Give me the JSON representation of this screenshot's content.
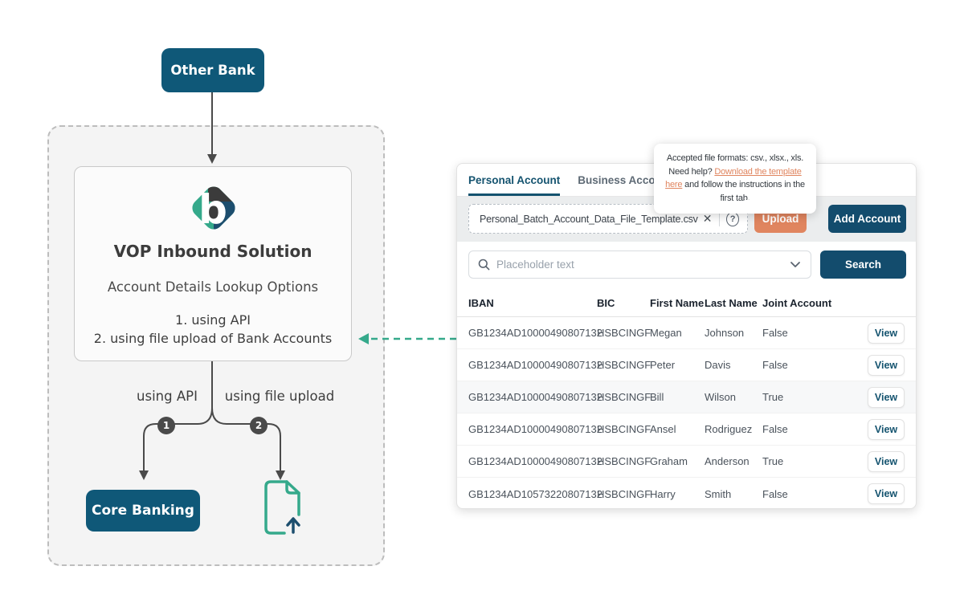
{
  "diagram": {
    "other_bank": "Other Bank",
    "logo_letter": "b",
    "card": {
      "title": "VOP Inbound Solution",
      "subtitle": "Account Details Lookup Options",
      "option1": "1. using API",
      "option2": "2. using file upload of Bank Accounts"
    },
    "branch_api": "using API",
    "branch_file": "using file upload",
    "badge_1": "1",
    "badge_2": "2",
    "core_banking": "Core Banking"
  },
  "panel": {
    "tabs": {
      "personal": "Personal Account",
      "business": "Business Account"
    },
    "tooltip": {
      "line1": "Accepted file formats: csv., xlsx., xls.",
      "prefix": "Need help? ",
      "link": "Download the template here",
      "suffix": " and follow the instructions in the first tab."
    },
    "upload_row": {
      "filename": "Personal_Batch_Account_Data_File_Template.csv",
      "clear_icon": "✕",
      "help_icon": "?",
      "upload": "Upload",
      "add_account": "Add Account"
    },
    "search_row": {
      "placeholder": "Placeholder text",
      "button": "Search"
    },
    "table": {
      "headers": [
        "IBAN",
        "BIC",
        "First Name",
        "Last Name",
        "Joint Account"
      ],
      "rows": [
        {
          "iban": "GB1234AD10000490807132",
          "bic": "HSBCINGF",
          "first": "Megan",
          "last": "Johnson",
          "joint": "False",
          "action": "View"
        },
        {
          "iban": "GB1234AD10000490807132",
          "bic": "HSBCINGF",
          "first": "Peter",
          "last": "Davis",
          "joint": "False",
          "action": "View"
        },
        {
          "iban": "GB1234AD10000490807132",
          "bic": "HSBCINGF",
          "first": "Bill",
          "last": "Wilson",
          "joint": "True",
          "action": "View"
        },
        {
          "iban": "GB1234AD10000490807132",
          "bic": "HSBCINGF",
          "first": "Ansel",
          "last": "Rodriguez",
          "joint": "False",
          "action": "View"
        },
        {
          "iban": "GB1234AD10000490807132",
          "bic": "HSBCINGF",
          "first": "Graham",
          "last": "Anderson",
          "joint": "True",
          "action": "View"
        },
        {
          "iban": "GB1234AD10573220807132",
          "bic": "HSBCINGF",
          "first": "Harry",
          "last": "Smith",
          "joint": "False",
          "action": "View"
        }
      ]
    }
  },
  "colors": {
    "diagram_navy": "#0F5878",
    "ui_navy": "#134C6D",
    "salmon": "#E0855F",
    "teal": "#35A98B",
    "logo_blue": "#1D4E6E",
    "logo_charcoal": "#3B3B3B"
  }
}
